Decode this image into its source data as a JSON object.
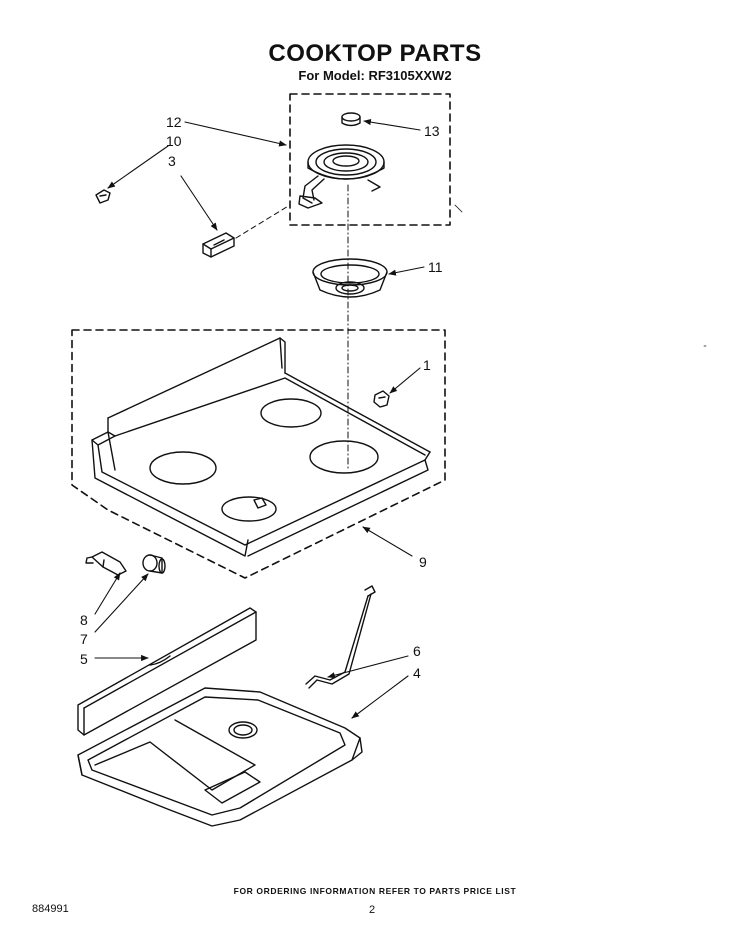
{
  "title": "COOKTOP PARTS",
  "subtitle": "For Model: RF3105XXW2",
  "callouts": [
    {
      "id": "c12",
      "label": "12"
    },
    {
      "id": "c10",
      "label": "10"
    },
    {
      "id": "c3",
      "label": "3"
    },
    {
      "id": "c13",
      "label": "13"
    },
    {
      "id": "c11",
      "label": "11"
    },
    {
      "id": "c1",
      "label": "1"
    },
    {
      "id": "c9",
      "label": "9"
    },
    {
      "id": "c8",
      "label": "8"
    },
    {
      "id": "c7",
      "label": "7"
    },
    {
      "id": "c5",
      "label": "5"
    },
    {
      "id": "c6",
      "label": "6"
    },
    {
      "id": "c4",
      "label": "4"
    }
  ],
  "footer_note": "FOR ORDERING INFORMATION REFER TO PARTS PRICE LIST",
  "doc_number": "884991",
  "page_number": "2"
}
